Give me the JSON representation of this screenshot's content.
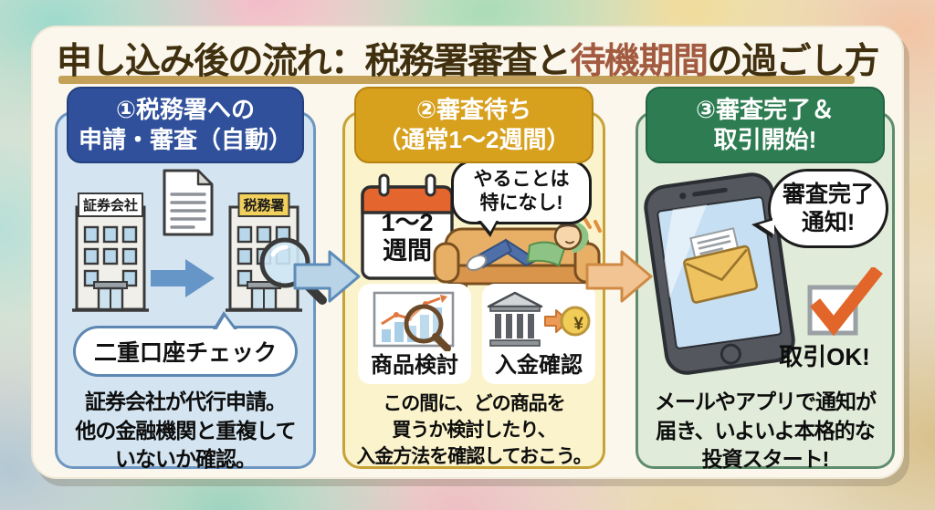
{
  "title": {
    "part1": "申し込み後の流れ：税務署審査と",
    "highlight": "待機期間",
    "part2": "の過ごし方",
    "text_color": "#40300f",
    "highlight_color": "#a25b40",
    "underline_color": "#c3a159"
  },
  "colors": {
    "card_bg": "#fbf7ec",
    "panel1_header_bg": "#30509b",
    "panel1_body_bg": "#d4e5f1",
    "panel1_border": "#6e96c1",
    "panel2_header_bg": "#d7a01d",
    "panel2_body_bg": "#fbf3cb",
    "panel2_border": "#c6a238",
    "panel3_header_bg": "#2e7d52",
    "panel3_body_bg": "#e0ebd9",
    "panel3_border": "#5e8c6c",
    "arrow1_fill": "#b9d4e7",
    "arrow1_stroke": "#5e8cb8",
    "arrow2_fill": "#f3c493",
    "arrow2_stroke": "#cf8a44",
    "check_orange": "#e2662a"
  },
  "panels": [
    {
      "header_line1": "①税務署への",
      "header_line2": "申請・審査（自動）",
      "left_building_label": "証券会社",
      "right_building_label": "税務署",
      "bubble": "二重口座チェック",
      "desc_lines": [
        "証券会社が代行申請。",
        "他の金融機関と重複して",
        "いないか確認。"
      ],
      "icons": [
        "office-building-icon",
        "document-icon",
        "arrow-right-icon",
        "tax-office-building-icon",
        "magnifier-icon"
      ]
    },
    {
      "header_line1": "②審査待ち",
      "header_line2": "（通常1〜2週間）",
      "calendar_line1": "1〜2",
      "calendar_line2": "週間",
      "bubble_line1": "やることは",
      "bubble_line2": "特になし!",
      "card1_label": "商品検討",
      "card2_label": "入金確認",
      "yen_symbol": "¥",
      "desc_lines": [
        "この間に、どの商品を",
        "買うか検討したり、",
        "入金方法を確認しておこう。"
      ],
      "icons": [
        "calendar-icon",
        "couch-person-icon",
        "chart-magnifier-icon",
        "bank-deposit-icon",
        "yen-coin-icon"
      ]
    },
    {
      "header_line1": "③審査完了＆",
      "header_line2": "取引開始!",
      "bubble_line1": "審査完了",
      "bubble_line2": "通知!",
      "check_label": "取引OK!",
      "desc_lines": [
        "メールやアプリで通知が",
        "届き、いよいよ本格的な",
        "投資スタート!"
      ],
      "icons": [
        "smartphone-icon",
        "mail-notification-icon",
        "checkbox-check-icon"
      ]
    }
  ]
}
